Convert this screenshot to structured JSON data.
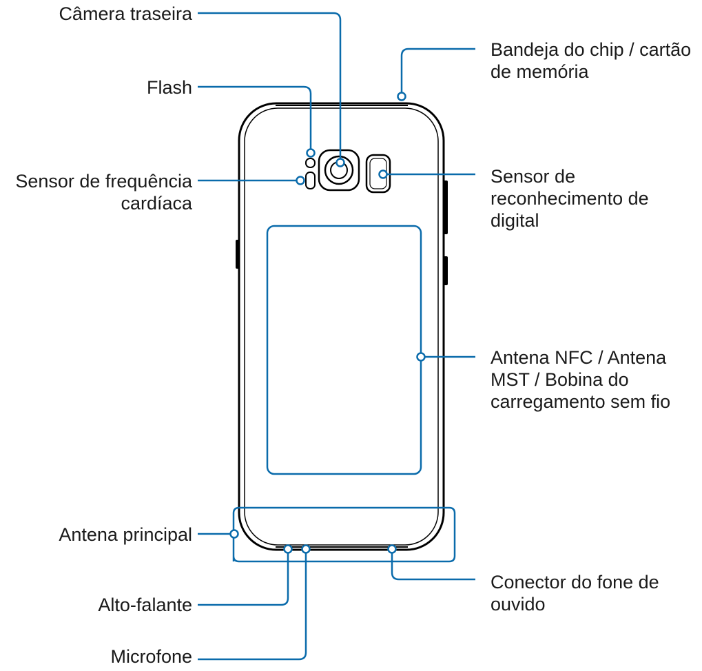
{
  "callouts": {
    "rear_camera": {
      "lines": [
        "Câmera traseira"
      ]
    },
    "flash": {
      "lines": [
        "Flash"
      ]
    },
    "heart_rate_sensor": {
      "lines": [
        "Sensor de frequência",
        "cardíaca"
      ]
    },
    "main_antenna": {
      "lines": [
        "Antena principal"
      ]
    },
    "speaker": {
      "lines": [
        "Alto-falante"
      ]
    },
    "microphone": {
      "lines": [
        "Microfone"
      ]
    },
    "sim_tray": {
      "lines": [
        "Bandeja do chip / cartão",
        "de memória"
      ]
    },
    "fingerprint_sensor": {
      "lines": [
        "Sensor de",
        "reconhecimento de",
        "digital"
      ]
    },
    "nfc_antenna": {
      "lines": [
        "Antena NFC / Antena",
        "MST / Bobina do",
        "carregamento sem fio"
      ]
    },
    "headset_jack": {
      "lines": [
        "Conector do fone de",
        "ouvido"
      ]
    }
  },
  "colors": {
    "callout_line": "#0a6bab",
    "device_outline": "#000000",
    "text": "#1a1a1a"
  }
}
